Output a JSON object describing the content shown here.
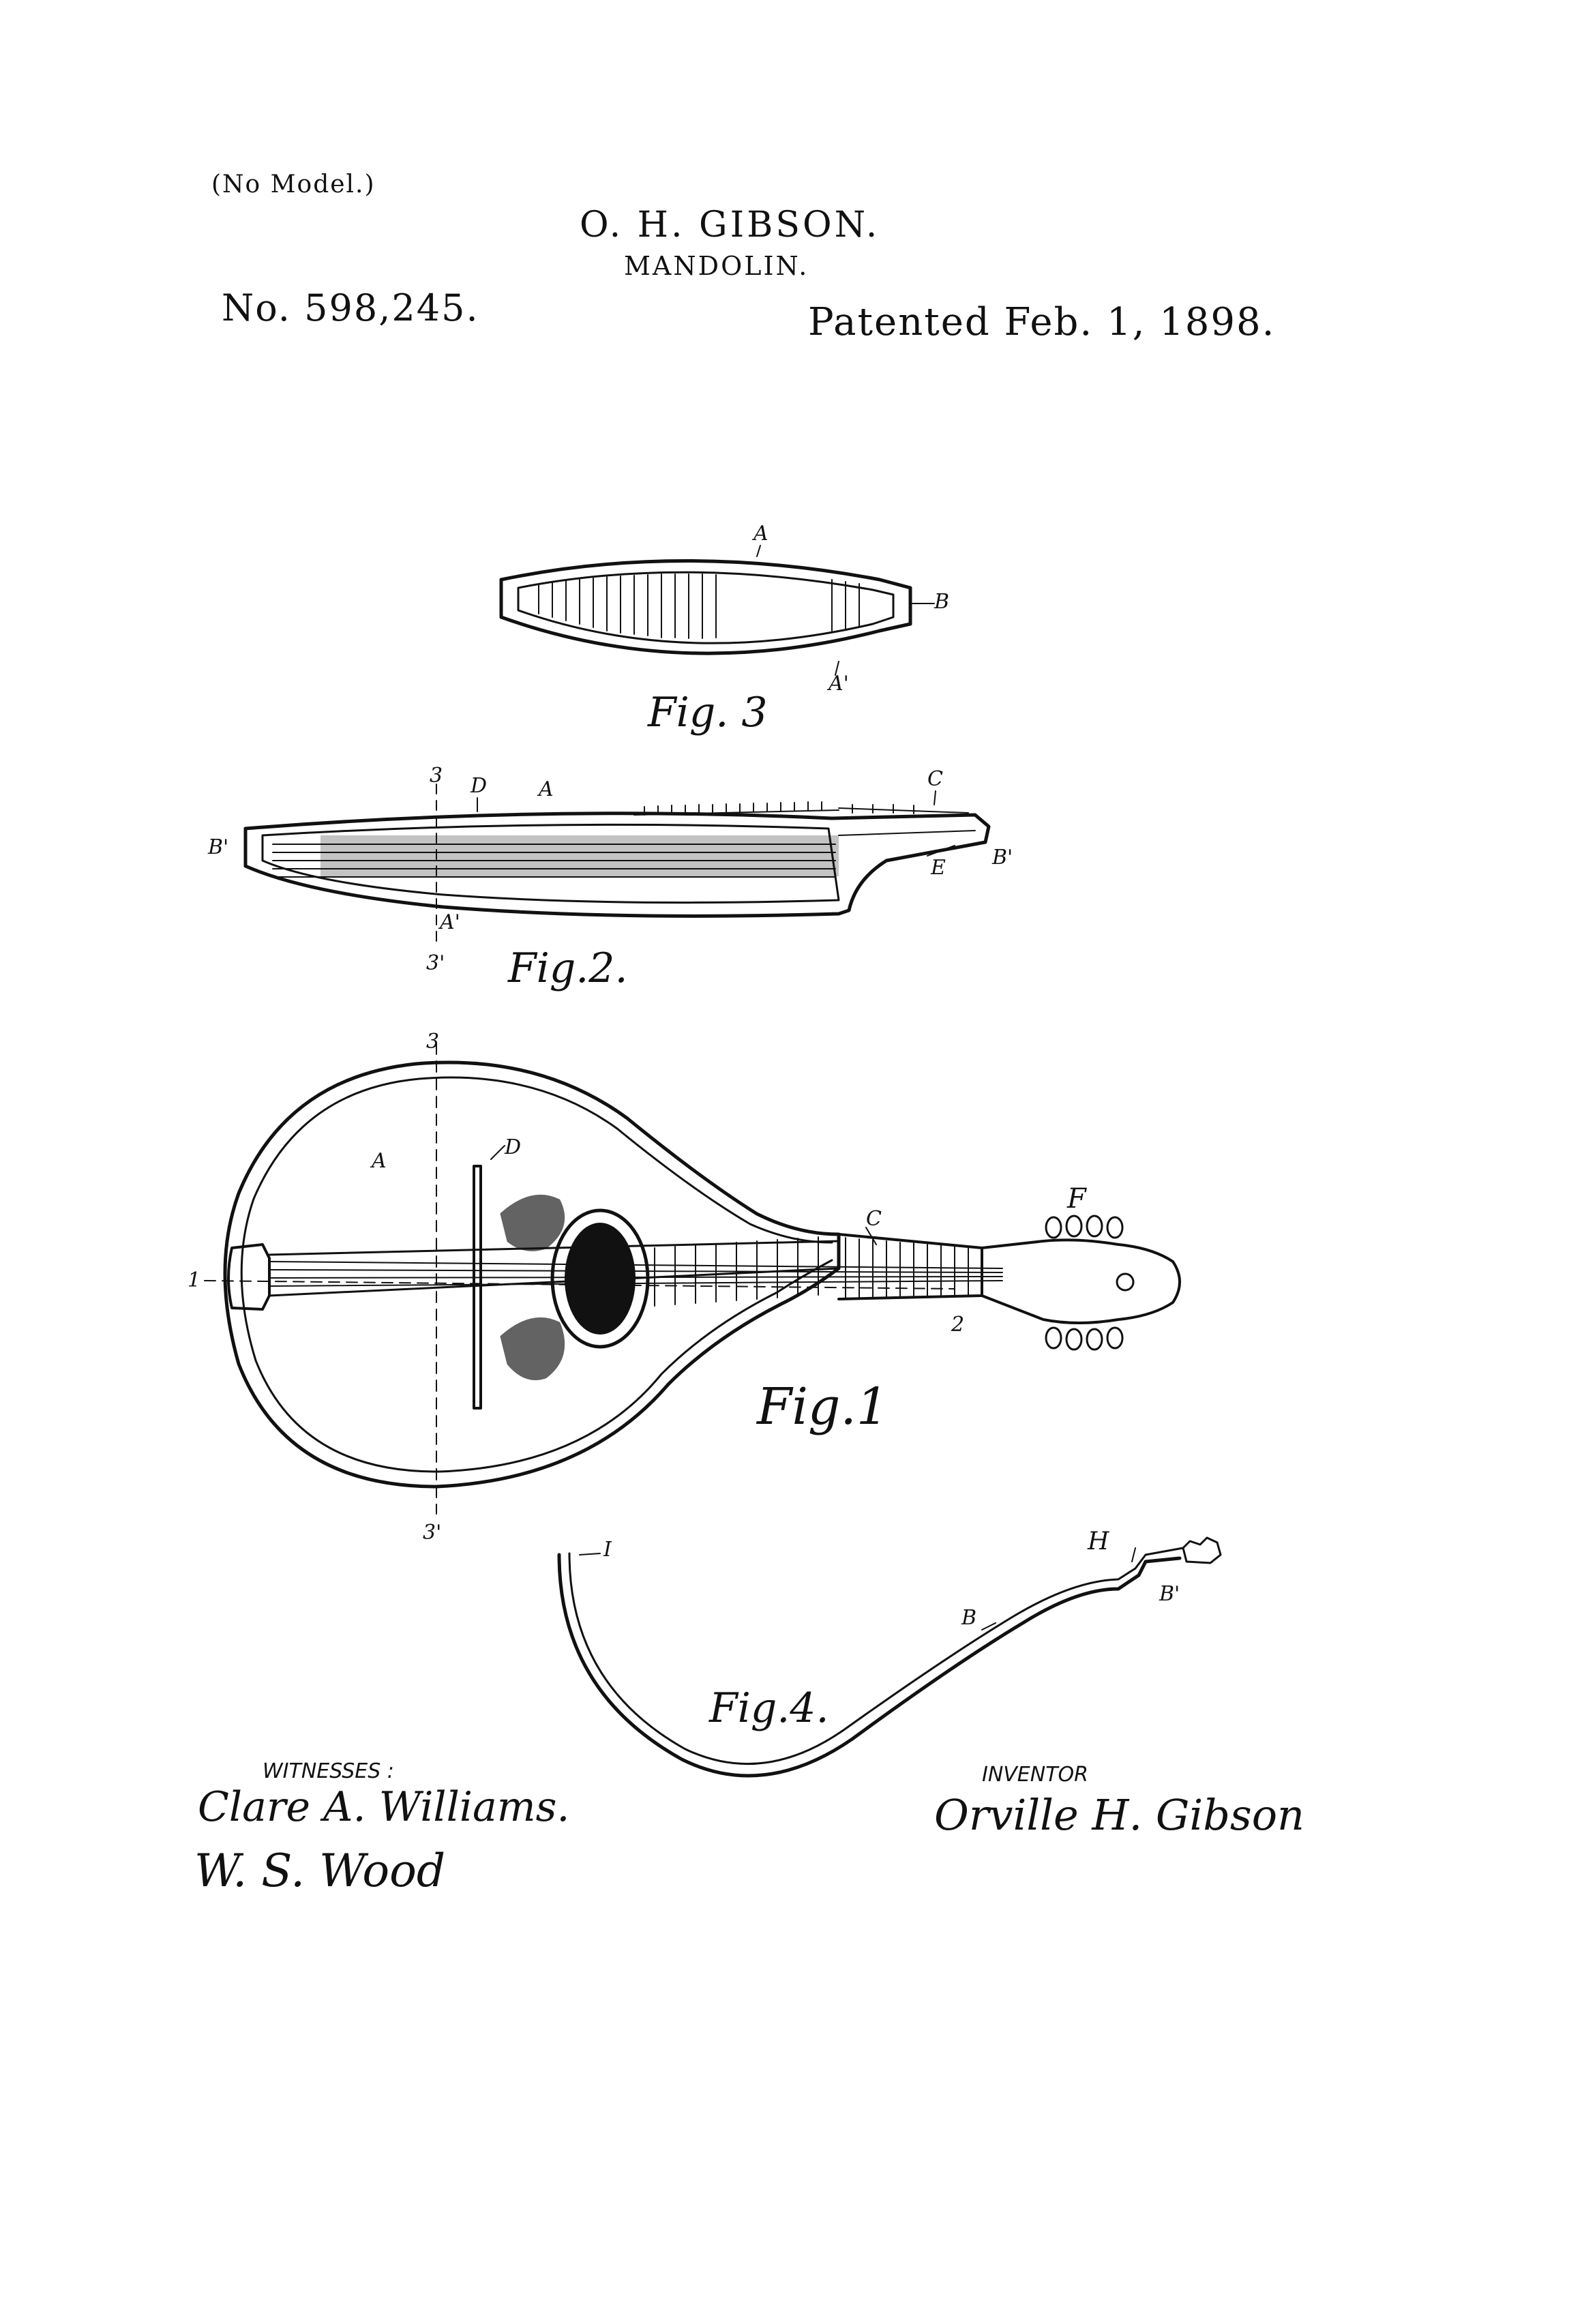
{
  "header": {
    "no_model": "(No Model.)",
    "inventor": "O. H. GIBSON.",
    "title": "MANDOLIN.",
    "patent_number": "No. 598,245.",
    "patent_date": "Patented Feb. 1, 1898."
  },
  "figures": {
    "fig1": "Fig.1",
    "fig2": "Fig.2.",
    "fig3": "Fig. 3",
    "fig4": "Fig.4."
  },
  "reference_letters": {
    "A": "A",
    "A_prime": "A'",
    "B": "B",
    "B_prime": "B'",
    "C": "C",
    "D": "D",
    "E": "E",
    "F": "F",
    "H": "H",
    "I": "I",
    "n1": "1",
    "n2": "2",
    "n3": "3",
    "n3p": "3'"
  },
  "witnesses": {
    "label": "WITNESSES :",
    "signature_1": "Clare A. Williams.",
    "signature_2": "W. S. Wood"
  },
  "inventor_block": {
    "label": "INVENTOR",
    "signature": "Orville H. Gibson"
  }
}
